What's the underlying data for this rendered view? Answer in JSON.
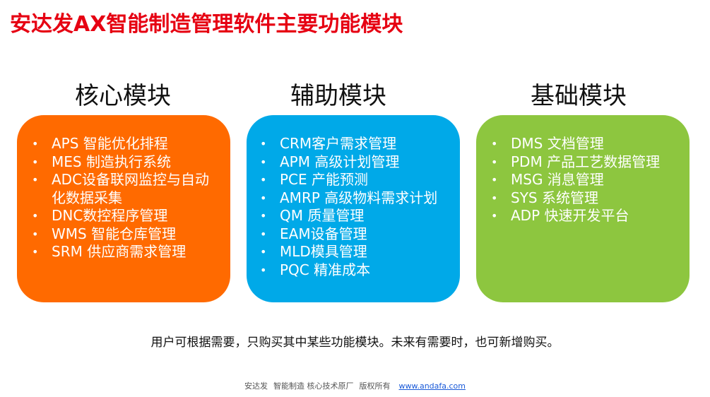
{
  "title": "安达发AX智能制造管理软件主要功能模块",
  "modules": [
    {
      "heading": "核心模块",
      "items": [
        "APS 智能优化排程",
        "MES 制造执行系统",
        "ADC设备联网监控与自动化数据采集",
        "DNC数控程序管理",
        "WMS 智能仓库管理",
        "SRM 供应商需求管理"
      ]
    },
    {
      "heading": "辅助模块",
      "items": [
        "CRM客户需求管理",
        "APM 高级计划管理",
        "PCE 产能预测",
        "AMRP 高级物料需求计划",
        "QM 质量管理",
        "EAM设备管理",
        "MLD模具管理",
        "PQC 精准成本"
      ]
    },
    {
      "heading": "基础模块",
      "items": [
        "DMS 文档管理",
        "PDM 产品工艺数据管理",
        "MSG 消息管理",
        "SYS 系统管理",
        "ADP 快速开发平台"
      ]
    }
  ],
  "bullet": "•",
  "note": "用户可根据需要，只购买其中某些功能模块。未来有需要时，也可新增购买。",
  "footer": {
    "company": "安达发",
    "tagline": "智能制造 核心技术原厂",
    "rights": "版权所有",
    "link": "www.andafa.com"
  },
  "colors": {
    "title": "#e60012",
    "core": "#ff6a00",
    "aux": "#00a9e8",
    "base": "#8dc63f"
  }
}
